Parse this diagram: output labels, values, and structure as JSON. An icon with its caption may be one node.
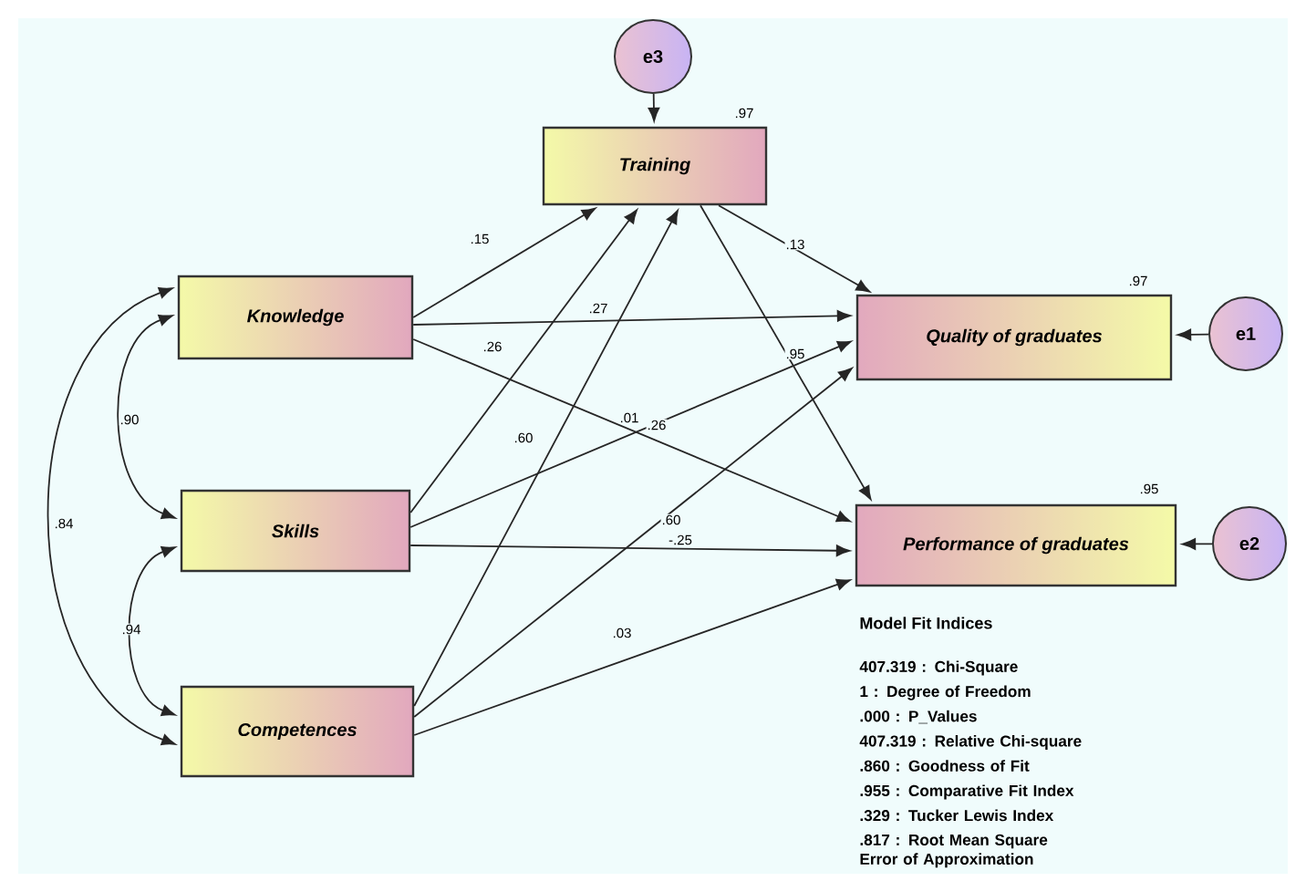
{
  "diagram": {
    "nodes": [
      {
        "text": [
          "e3"
        ]
      },
      {
        "text": [
          "Training"
        ],
        "beside": [
          ".97"
        ]
      },
      {
        "text": [
          "Knowledge"
        ]
      },
      {
        "text": [
          "Quality of graduates"
        ],
        "beside": [
          ".97"
        ]
      },
      {
        "text": [
          "e1"
        ]
      },
      {
        "text": [
          "Skills"
        ]
      },
      {
        "text": [
          "Performance of graduates"
        ],
        "beside": [
          ".95"
        ]
      },
      {
        "text": [
          "e2"
        ]
      },
      {
        "text": [
          "Competences"
        ]
      }
    ],
    "edges": [
      {
        "from": 0,
        "to": 1,
        "arrow": "to"
      },
      {
        "from": 4,
        "to": 3,
        "arrow": "to"
      },
      {
        "from": 7,
        "to": 6,
        "arrow": "to"
      },
      {
        "from": 2,
        "to": 1,
        "arrow": "to",
        "label": ".15"
      },
      {
        "from": 2,
        "to": 3,
        "arrow": "to",
        "label": ".27"
      },
      {
        "from": 2,
        "to": 6,
        "arrow": "to",
        "label": ".01"
      },
      {
        "from": 5,
        "to": 1,
        "arrow": "to",
        "label": ".26"
      },
      {
        "from": 5,
        "to": 3,
        "arrow": "to",
        "label": ".26"
      },
      {
        "from": 5,
        "to": 6,
        "arrow": "to",
        "label": "-.25"
      },
      {
        "from": 8,
        "to": 1,
        "arrow": "to",
        "label": ".60"
      },
      {
        "from": 8,
        "to": 3,
        "arrow": "to",
        "label": ".60"
      },
      {
        "from": 8,
        "to": 6,
        "arrow": "to",
        "label": ".03"
      },
      {
        "from": 1,
        "to": 3,
        "arrow": "to",
        "label": ".13"
      },
      {
        "from": 1,
        "to": 6,
        "arrow": "to",
        "label": ".95"
      },
      {
        "from": 2,
        "to": 5,
        "arrow": "both",
        "label": ".90"
      },
      {
        "from": 5,
        "to": 8,
        "arrow": "both",
        "label": ".94"
      },
      {
        "from": 2,
        "to": 8,
        "arrow": "both",
        "label": ".84"
      }
    ],
    "labels": [
      "Model Fit Indices",
      "407.319 : Chi-Square",
      "1 : Degree of Freedom",
      ".000 : P_Values",
      "407.319 : Relative Chi-square",
      ".860 : Goodness of Fit",
      ".955 : Comparative Fit Index",
      ".329 : Tucker Lewis Index",
      ".817 : Root Mean Square Error of Approximation"
    ]
  }
}
